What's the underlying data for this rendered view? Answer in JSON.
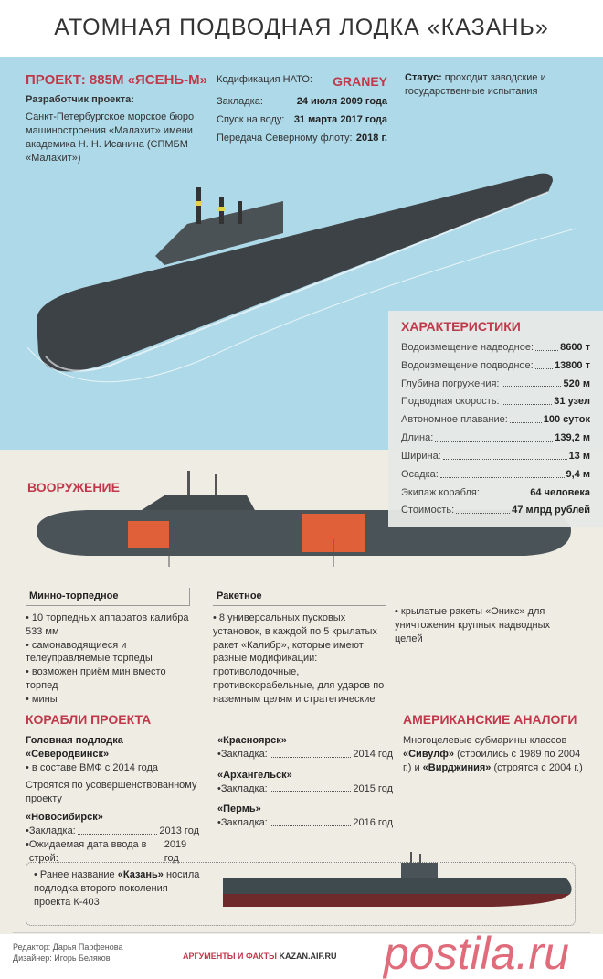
{
  "title": "АТОМНАЯ ПОДВОДНАЯ ЛОДКА «КАЗАНЬ»",
  "project": {
    "name": "ПРОЕКТ: 885М «ЯСЕНЬ-М»",
    "developer_label": "Разработчик проекта:",
    "developer": "Санкт-Петербургское морское бюро машиностроения «Малахит» имени академика Н. Н. Исанина (СПМБМ «Малахит»)"
  },
  "facts": [
    {
      "label": "Кодификация НАТО:",
      "value": "GRANEY"
    },
    {
      "label": "Закладка:",
      "value": "24 июля 2009 года"
    },
    {
      "label": "Спуск на воду:",
      "value": "31 марта 2017 года"
    },
    {
      "label": "Передача Северному флоту:",
      "value": "2018 г."
    }
  ],
  "status": {
    "label": "Статус:",
    "text": "проходит заводские и государственные испытания"
  },
  "characteristics": {
    "title": "ХАРАКТЕРИСТИКИ",
    "items": [
      {
        "label": "Водоизмещение надводное:",
        "value": "8600 т"
      },
      {
        "label": "Водоизмещение подводное:",
        "value": "13800 т"
      },
      {
        "label": "Глубина погружения:",
        "value": "520 м"
      },
      {
        "label": "Подводная скорость:",
        "value": "31 узел"
      },
      {
        "label": "Автономное плавание:",
        "value": "100 суток"
      },
      {
        "label": "Длина:",
        "value": "139,2 м"
      },
      {
        "label": "Ширина:",
        "value": "13 м"
      },
      {
        "label": "Осадка:",
        "value": "9,4 м"
      },
      {
        "label": "Экипаж корабля:",
        "value": "64 человека"
      },
      {
        "label": "Стоимость:",
        "value": "47 млрд рублей"
      }
    ]
  },
  "armament": {
    "title": "ВООРУЖЕНИЕ",
    "torpedo": {
      "label": "Минно-торпедное",
      "items": [
        "10 торпедных аппаратов калибра 533 мм",
        "самонаводящиеся и телеуправляемые торпеды",
        "возможен приём мин вместо торпед",
        "мины"
      ]
    },
    "missile": {
      "label": "Ракетное",
      "items": [
        "8 универсальных пусковых установок, в каждой по 5 крылатых ракет «Калибр», которые имеют разные модификации: противолодочные, противокорабельные, для ударов по наземным целям и стратегические"
      ],
      "extra": [
        "крылатые ракеты «Оникс» для уничтожения крупных надводных целей"
      ]
    }
  },
  "ships": {
    "title": "КОРАБЛИ ПРОЕКТА",
    "lead": "Головная подлодка «Северодвинск»",
    "lead_note": "в составе ВМФ с 2014 года",
    "improved": "Строятся по усовершенствованному проекту",
    "novosibirsk": {
      "name": "«Новосибирск»",
      "l1": "Закладка:",
      "v1": "2013 год",
      "l2": "Ожидаемая дата ввода в строй:",
      "v2": "2019 год"
    },
    "others": [
      {
        "name": "«Красноярск»",
        "label": "Закладка:",
        "value": "2014 год"
      },
      {
        "name": "«Архангельск»",
        "label": "Закладка:",
        "value": "2015 год"
      },
      {
        "name": "«Пермь»",
        "label": "Закладка:",
        "value": "2016 год"
      }
    ]
  },
  "analogs": {
    "title": "АМЕРИКАНСКИЕ АНАЛОГИ",
    "t1": "Многоцелевые субмарины классов",
    "n1": "«Сивулф»",
    "t2": "(строились с 1989 по 2004 г.) и",
    "n2": "«Вирджиния»",
    "t3": "(строятся с 2004 г.)"
  },
  "note": {
    "t1": "Ранее название",
    "name": "«Казань»",
    "t2": "носила подлодка второго поколения проекта К-403"
  },
  "credits": {
    "editor": "Редактор: Дарья Парфенова",
    "designer": "Дизайнер: Игорь Беляков"
  },
  "logo": {
    "brand": "АРГУМЕНТЫ И ФАКТЫ",
    "site": "KAZAN.AIF.RU",
    "watermark": "postila.ru"
  }
}
